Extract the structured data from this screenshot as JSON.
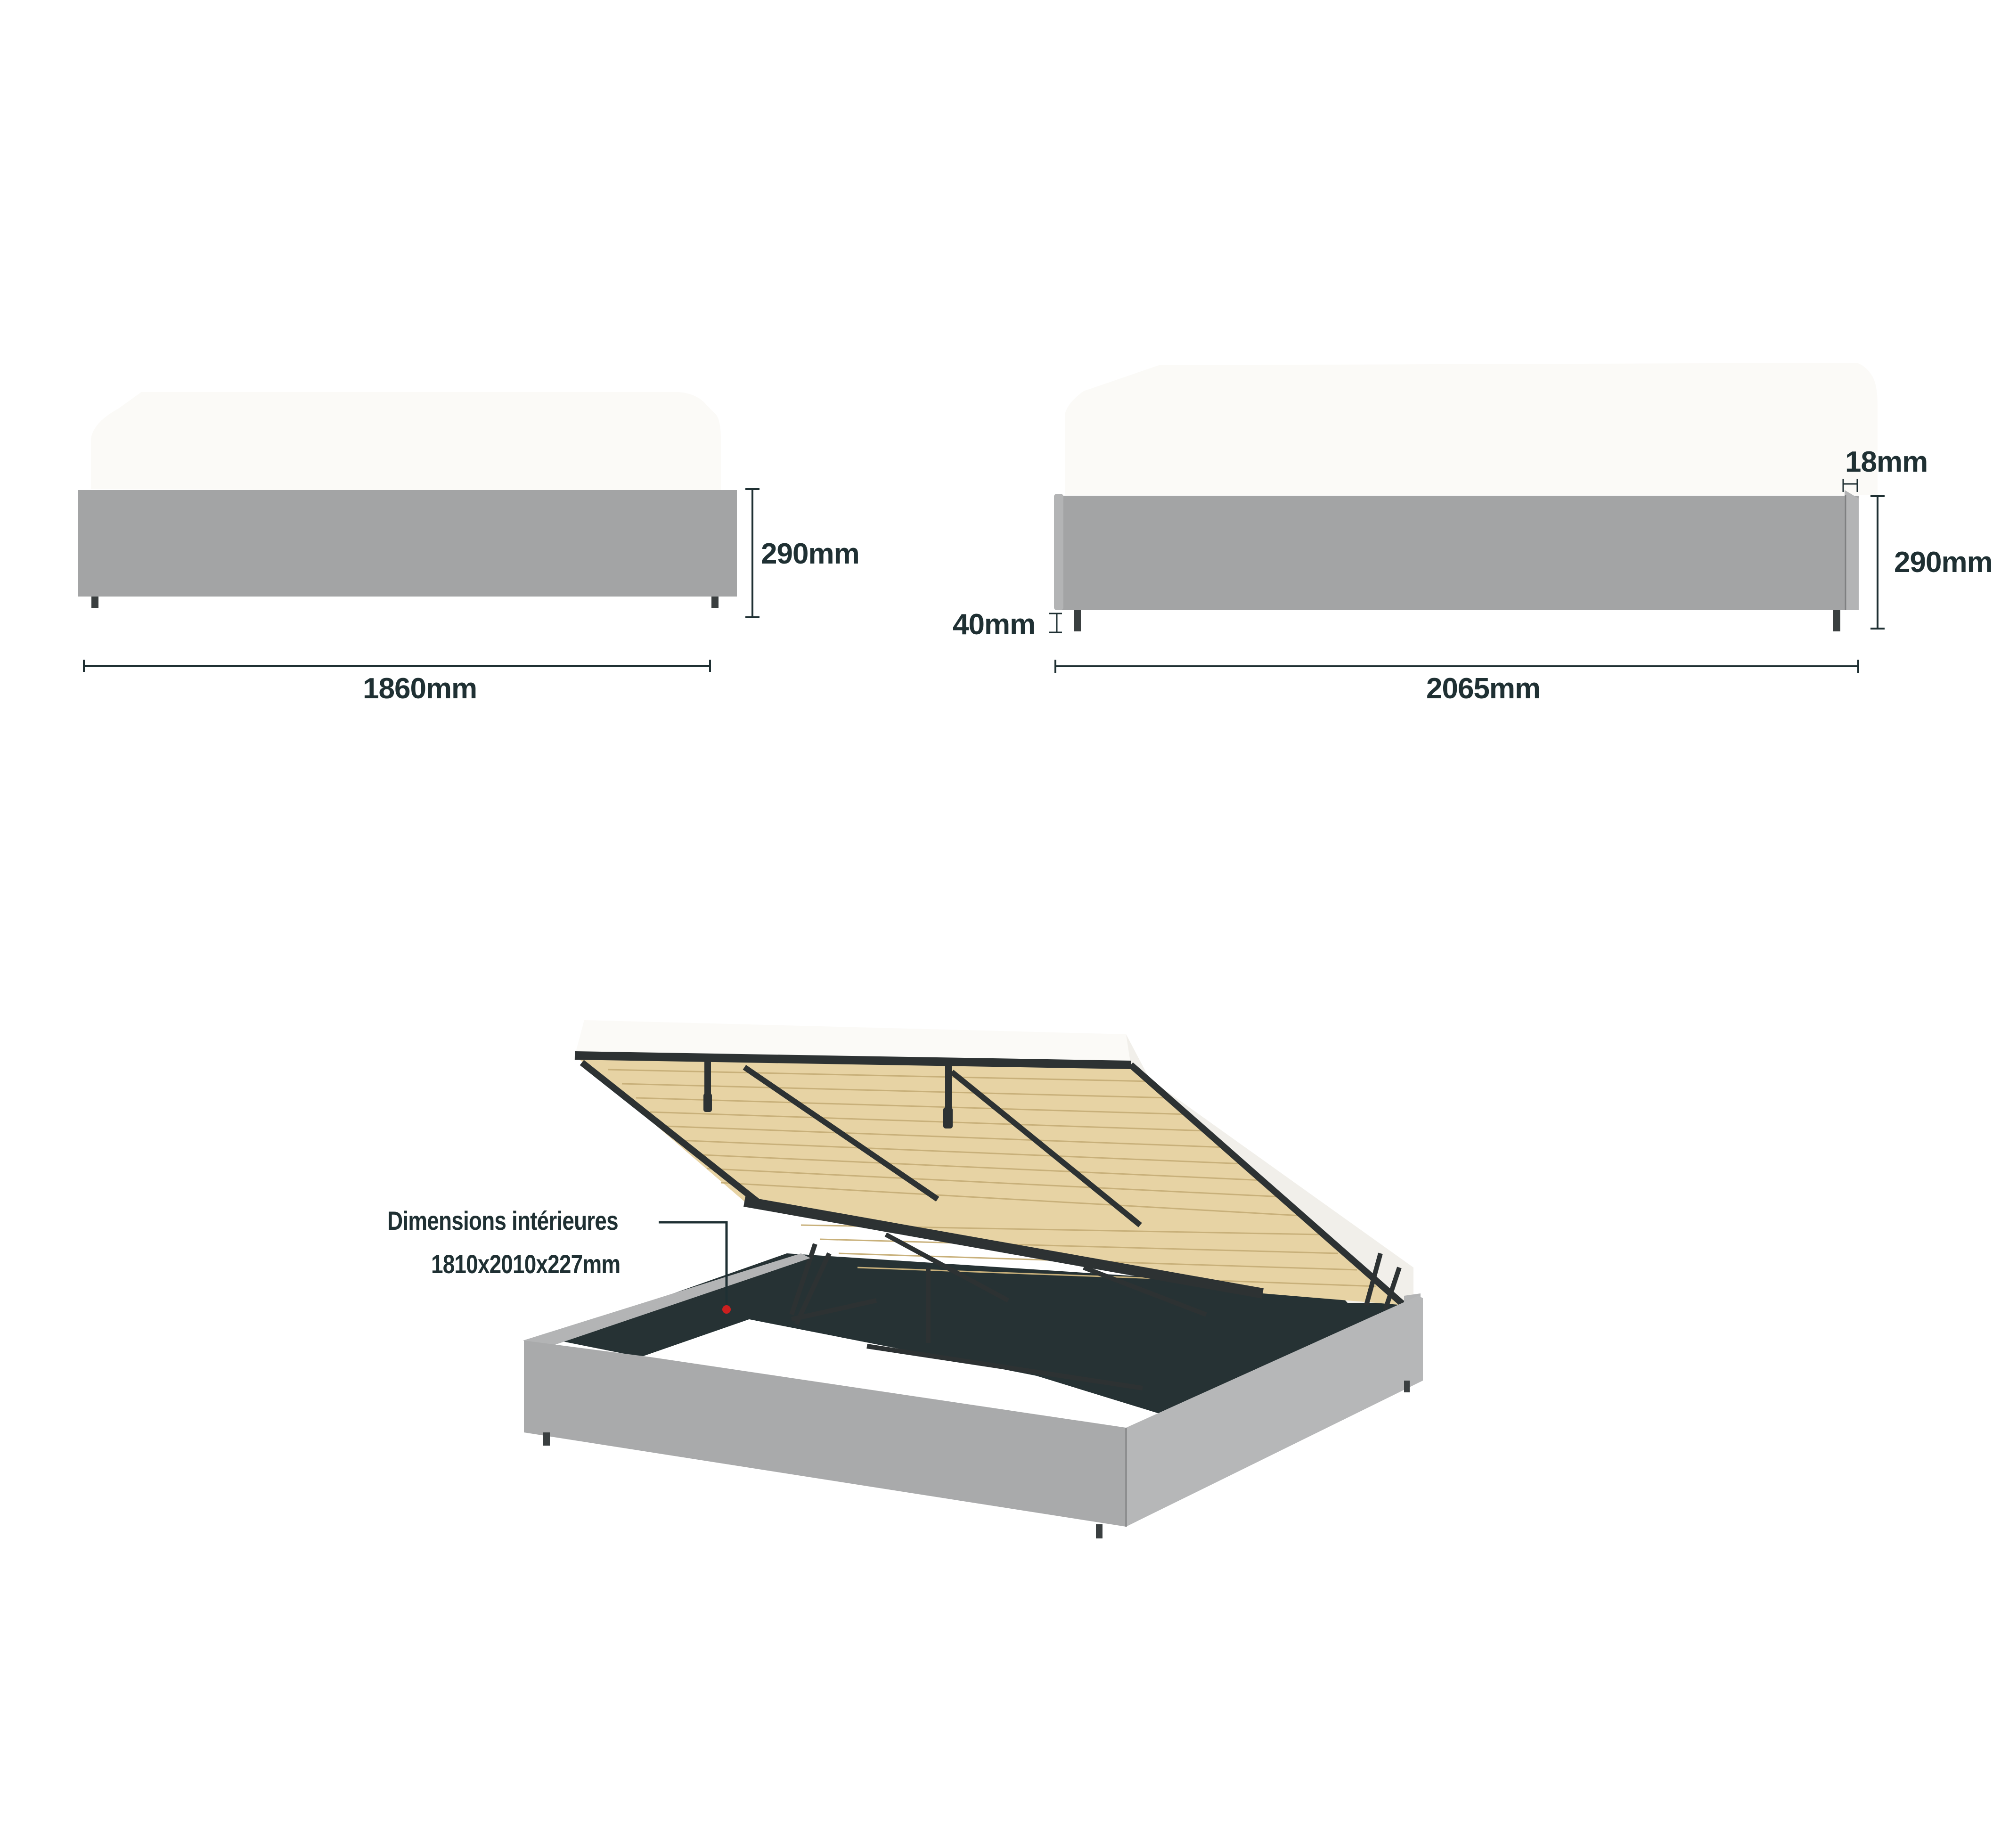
{
  "colors": {
    "mattress": "#fbfaf7",
    "frame": "#a3a4a5",
    "frame_light": "#b3b4b5",
    "legs": "#3a3f40",
    "text": "#1f3033",
    "slats": "#e7d3a4",
    "metal": "#2d3233",
    "callout_dot": "#cc1f1f",
    "background": "#ffffff"
  },
  "front_view": {
    "width_label": "1860mm",
    "height_label": "290mm"
  },
  "side_view": {
    "length_label": "2065mm",
    "height_label": "290mm",
    "leg_label": "40mm",
    "overhang_label": "18mm"
  },
  "perspective_view": {
    "callout_title": "Dimensions intérieures",
    "callout_value": "1810x2010x227mm"
  }
}
